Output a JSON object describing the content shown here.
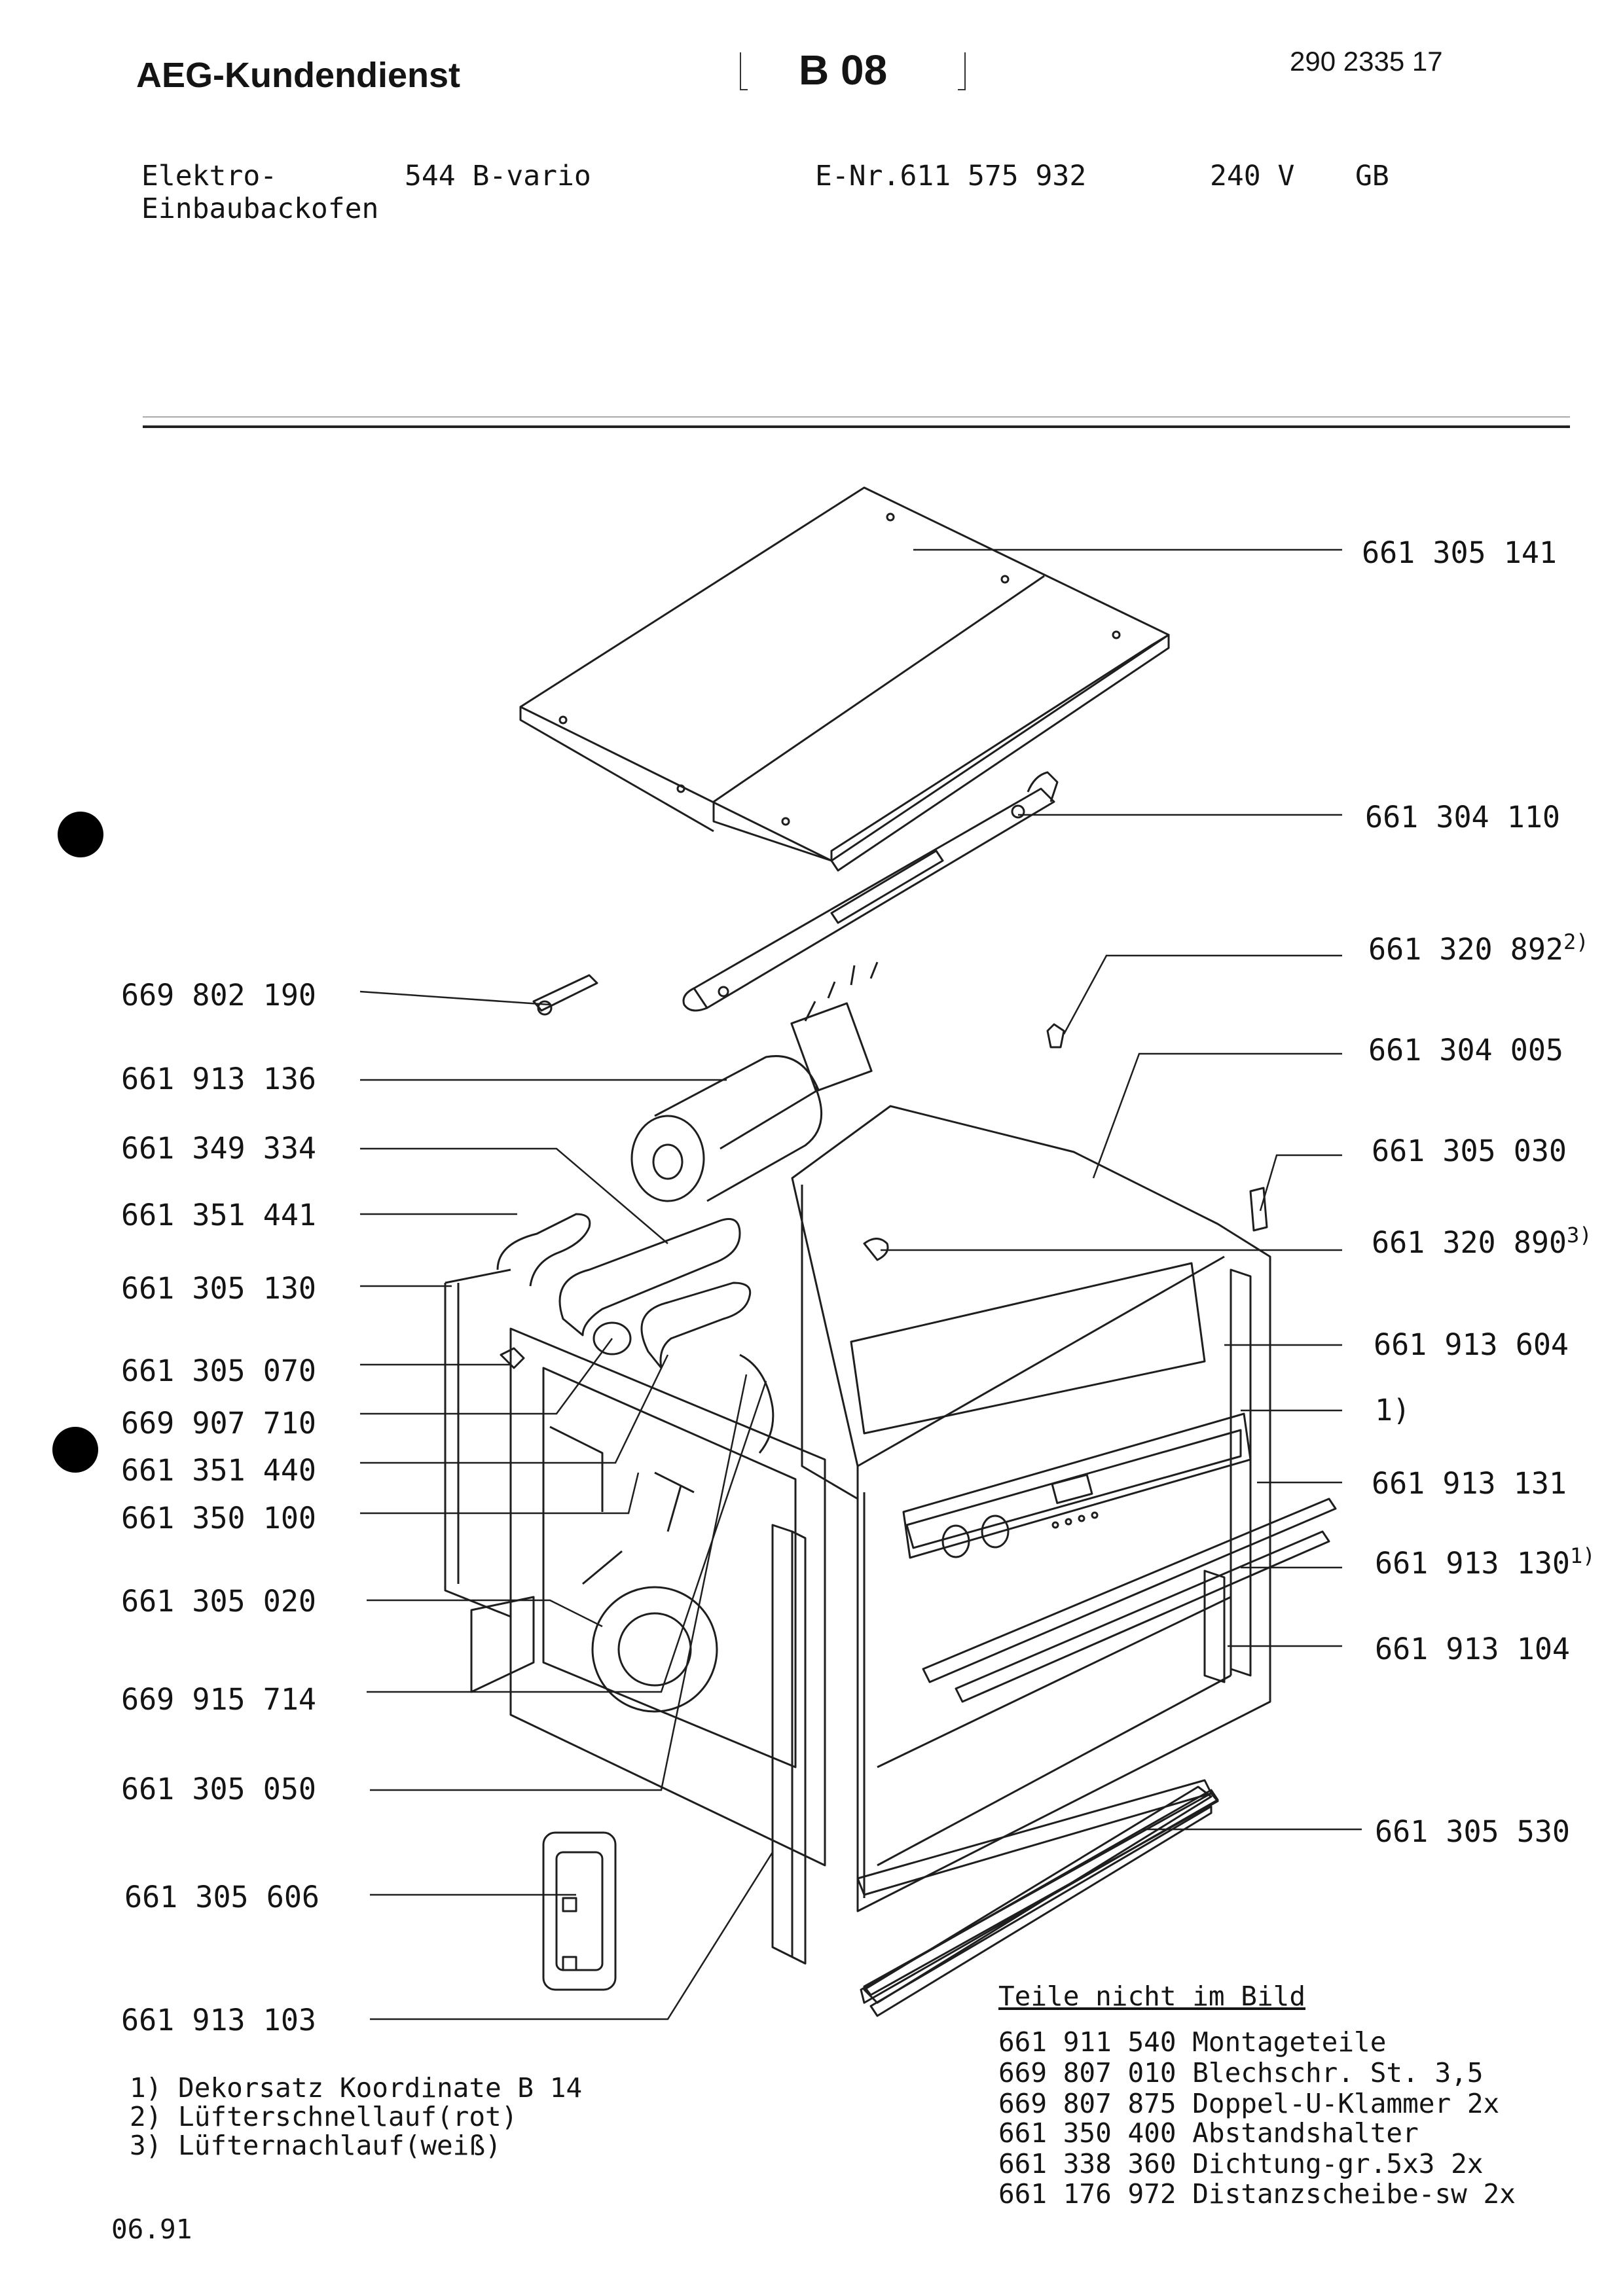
{
  "header": {
    "brand": "AEG-Kundendienst",
    "section_code": "B 08",
    "document_number": "290 2335 17",
    "product_type_line1": "Elektro-",
    "product_type_line2": "Einbaubackofen",
    "model": "544 B-vario",
    "e_number": "E-Nr.611 575 932",
    "voltage": "240 V",
    "country": "GB"
  },
  "callouts_right": [
    {
      "part": "661 305 141"
    },
    {
      "part": "661 304 110"
    },
    {
      "part": "661 320 892",
      "sup": "2)"
    },
    {
      "part": "661 304 005"
    },
    {
      "part": "661 305 030"
    },
    {
      "part": "661 320 890",
      "sup": "3)"
    },
    {
      "part": "661 913 604"
    },
    {
      "part": "1)"
    },
    {
      "part": "661 913 131"
    },
    {
      "part": "661 913 130",
      "sup": "1)"
    },
    {
      "part": "661 913 104"
    },
    {
      "part": "661 305 530"
    }
  ],
  "callouts_left": [
    {
      "part": "669 802 190"
    },
    {
      "part": "661 913 136"
    },
    {
      "part": "661 349 334"
    },
    {
      "part": "661 351 441"
    },
    {
      "part": "661 305 130"
    },
    {
      "part": "661 305 070"
    },
    {
      "part": "669 907 710"
    },
    {
      "part": "661 351 440"
    },
    {
      "part": "661 350 100"
    },
    {
      "part": "661 305 020"
    },
    {
      "part": "669 915 714"
    },
    {
      "part": "661 305 050"
    },
    {
      "part": "661 305 606"
    },
    {
      "part": "661 913 103"
    }
  ],
  "not_shown": {
    "title": "Teile nicht im Bild",
    "items": [
      "661 911 540 Montageteile",
      "669 807 010 Blechschr. St. 3,5",
      "669 807 875 Doppel-U-Klammer 2x",
      "661 350 400 Abstandshalter",
      "661 338 360 Dichtung-gr.5x3 2x",
      "661 176 972 Distanzscheibe-sw 2x"
    ]
  },
  "footnotes": [
    "1) Dekorsatz Koordinate B 14",
    "2) Lüfterschnellauf(rot)",
    "3) Lüfternachlauf(weiß)"
  ],
  "date": "06.91"
}
